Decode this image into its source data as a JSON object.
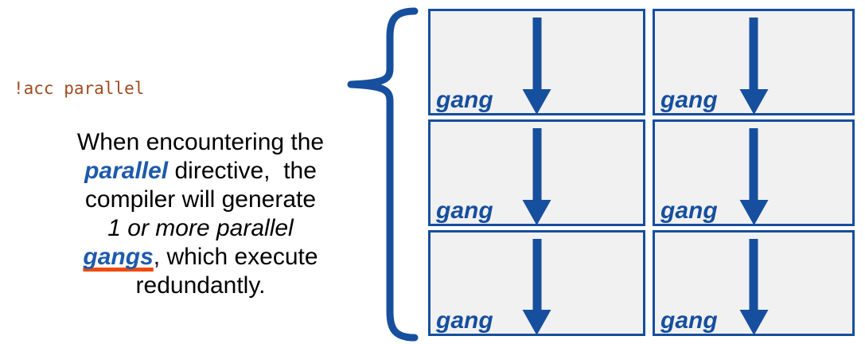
{
  "colors": {
    "shape_blue": "#164F9D",
    "text_blue": "#1D5AAD",
    "underline_orange": "#F04A0F",
    "code_brown": "#9E4B20",
    "box_bg": "#F1F1F2",
    "page_bg": "#FFFFFF"
  },
  "code_label": {
    "text": "!acc parallel"
  },
  "description": {
    "lines": [
      [
        {
          "text": "When encountering the",
          "style": "plain"
        }
      ],
      [
        {
          "text": "parallel",
          "style": "em-blue"
        },
        {
          "text": " directive,  the",
          "style": "plain"
        }
      ],
      [
        {
          "text": "compiler will generate",
          "style": "plain"
        }
      ],
      [
        {
          "text": "1 or more parallel",
          "style": "italic"
        }
      ],
      [
        {
          "text": "gangs",
          "style": "em-blue-underlined"
        },
        {
          "text": ", which execute",
          "style": "plain"
        }
      ],
      [
        {
          "text": "redundantly.",
          "style": "plain"
        }
      ]
    ]
  },
  "brace": {
    "icon": "left-curly-brace-icon"
  },
  "gang_grid": {
    "rows": 3,
    "columns": 2,
    "arrow_icon": "down-arrow-icon",
    "cells": [
      {
        "label": "gang"
      },
      {
        "label": "gang"
      },
      {
        "label": "gang"
      },
      {
        "label": "gang"
      },
      {
        "label": "gang"
      },
      {
        "label": "gang"
      }
    ]
  }
}
